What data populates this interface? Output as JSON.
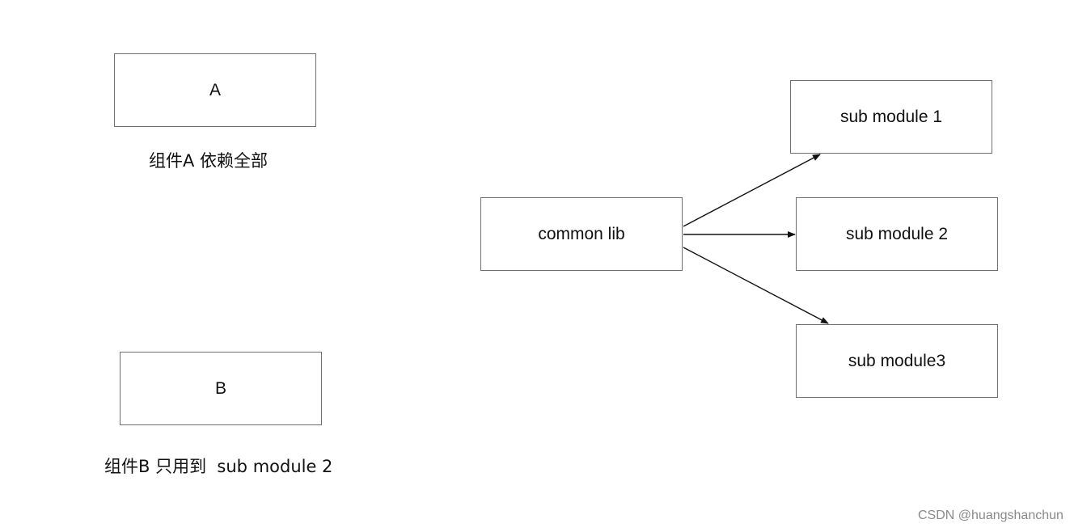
{
  "components": {
    "a": {
      "label": "A",
      "caption": "组件A 依赖全部"
    },
    "b": {
      "label": "B",
      "caption": "组件B 只用到  sub module 2"
    }
  },
  "library": {
    "common": "common  lib",
    "modules": [
      "sub module 1",
      "sub module 2",
      "sub module3"
    ]
  },
  "watermark": "CSDN @huangshanchun",
  "colors": {
    "border": "#6f6f6f",
    "arrow": "#111111",
    "text": "#111111",
    "watermark": "#8a8a8a"
  }
}
